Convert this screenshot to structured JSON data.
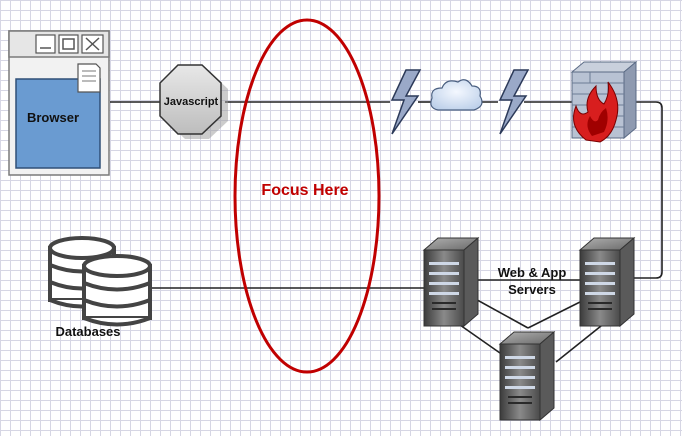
{
  "nodes": {
    "browser": {
      "label": "Browser"
    },
    "javascript": {
      "label": "Javascript"
    },
    "focus": {
      "label": "Focus Here"
    },
    "servers": {
      "label_line1": "Web & App",
      "label_line2": "Servers"
    },
    "databases": {
      "label": "Databases"
    }
  },
  "icons": {
    "cloud": "cloud-icon",
    "lightning": "lightning-bolt-icon",
    "firewall": "firewall-icon",
    "server": "server-icon",
    "database": "database-icon",
    "window": "browser-window-icon"
  },
  "colors": {
    "focus_red": "#c00000",
    "browser_blue": "#6a9bd1",
    "line": "#222222"
  }
}
